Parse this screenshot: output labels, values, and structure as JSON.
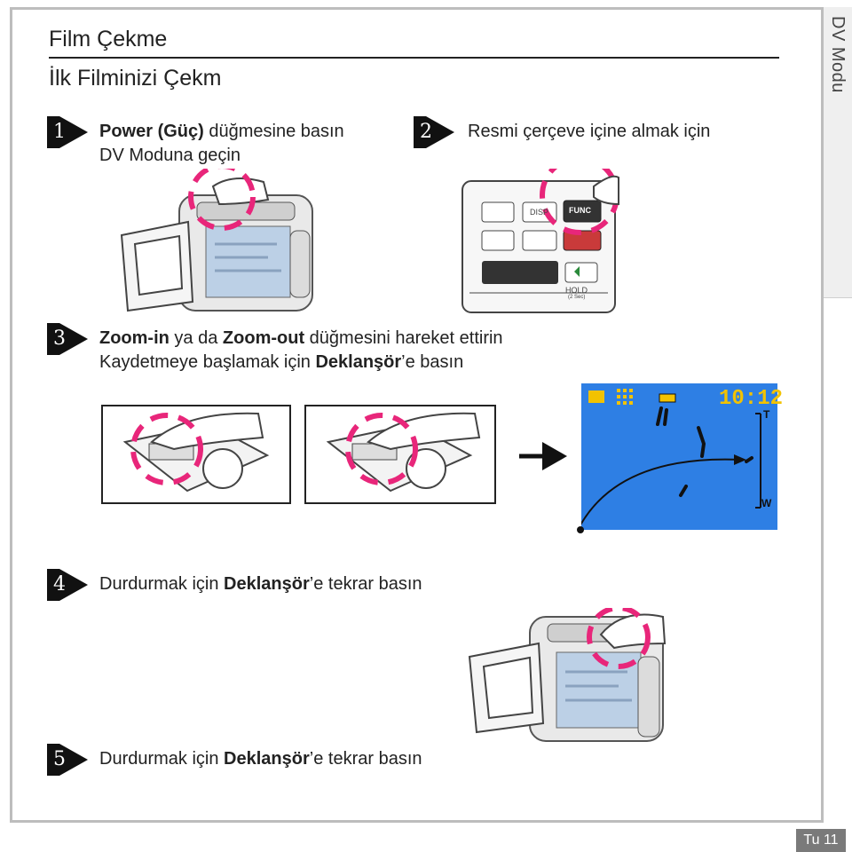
{
  "side_tab": "DV Modu",
  "title": "Film Çekme",
  "subtitle": "İlk Filminizi Çekm",
  "steps": [
    {
      "num": "1",
      "bold": "Power (Güç)",
      "text": " düğmesine basın",
      "line2": "DV Moduna geçin"
    },
    {
      "num": "2",
      "text": "Resmi çerçeve içine almak için"
    },
    {
      "num": "3",
      "bold1": "Zoom-in",
      "mid": " ya da ",
      "bold2": "Zoom-out",
      "tail": " düğmesini hareket ettirin",
      "line2_pre": "Kaydetmeye başlamak için ",
      "line2_bold": "Deklanşör",
      "line2_post": "’e basın"
    },
    {
      "num": "4",
      "pre": "Durdurmak için ",
      "bold": "Deklanşör",
      "post": "’e tekrar basın"
    },
    {
      "num": "5",
      "pre": "Durdurmak için ",
      "bold": "Deklanşör",
      "post": "’e tekrar basın"
    }
  ],
  "control_panel": {
    "disp": "DISP",
    "func": "FUNC",
    "hold": "HOLD",
    "hold_sub": "(2 Sec)"
  },
  "screen": {
    "time": "10:12",
    "tele": "T",
    "wide": "W"
  },
  "zoom_labels": {
    "t": "T",
    "w": "W"
  },
  "page_label": "Tu 11",
  "colors": {
    "highlight": "#e8267a",
    "lcd_blue": "#2e7fe4",
    "frame": "#bdbdbd"
  }
}
